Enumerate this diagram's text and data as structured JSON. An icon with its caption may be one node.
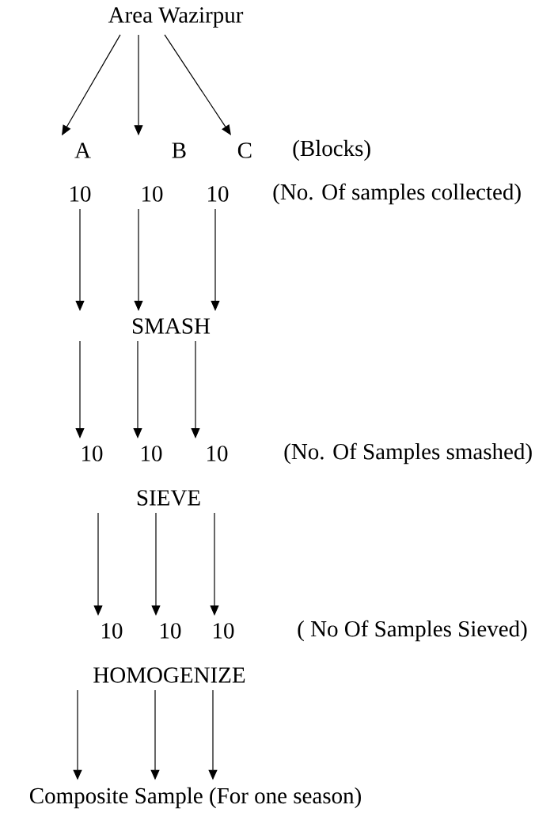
{
  "diagram": {
    "nodes": [
      {
        "text": [
          "Area Wazirpur"
        ]
      },
      {
        "text": [
          "A"
        ]
      },
      {
        "text": [
          "B"
        ]
      },
      {
        "text": [
          "C"
        ]
      },
      {
        "text": [
          "10"
        ]
      },
      {
        "text": [
          "10"
        ]
      },
      {
        "text": [
          "10"
        ]
      },
      {
        "text": [
          "SMASH"
        ]
      },
      {
        "text": [
          "10"
        ]
      },
      {
        "text": [
          "10"
        ]
      },
      {
        "text": [
          "10"
        ]
      },
      {
        "text": [
          "SIEVE"
        ]
      },
      {
        "text": [
          "10"
        ]
      },
      {
        "text": [
          "10"
        ]
      },
      {
        "text": [
          "10"
        ]
      },
      {
        "text": [
          "HOMOGENIZE"
        ]
      },
      {
        "text": [
          "Composite Sample (For one season)"
        ]
      }
    ],
    "edges": [
      {
        "from": 0,
        "to": 1,
        "arrow": "to"
      },
      {
        "from": 0,
        "to": 2,
        "arrow": "to"
      },
      {
        "from": 0,
        "to": 3,
        "arrow": "to"
      },
      {
        "from": 4,
        "to": 7,
        "arrow": "to"
      },
      {
        "from": 5,
        "to": 7,
        "arrow": "to"
      },
      {
        "from": 6,
        "to": 7,
        "arrow": "to"
      },
      {
        "from": 7,
        "to": 8,
        "arrow": "to"
      },
      {
        "from": 7,
        "to": 9,
        "arrow": "to"
      },
      {
        "from": 7,
        "to": 10,
        "arrow": "to"
      },
      {
        "from": 11,
        "to": 12,
        "arrow": "to"
      },
      {
        "from": 11,
        "to": 13,
        "arrow": "to"
      },
      {
        "from": 11,
        "to": 14,
        "arrow": "to"
      },
      {
        "from": 15,
        "to": 16,
        "arrow": "to"
      },
      {
        "from": 15,
        "to": 16,
        "arrow": "to"
      },
      {
        "from": 15,
        "to": 16,
        "arrow": "to"
      }
    ],
    "labels": [
      "(Blocks)",
      "(No. Of samples collected)",
      "(No. Of Samples smashed)",
      "( No Of Samples Sieved)"
    ]
  }
}
